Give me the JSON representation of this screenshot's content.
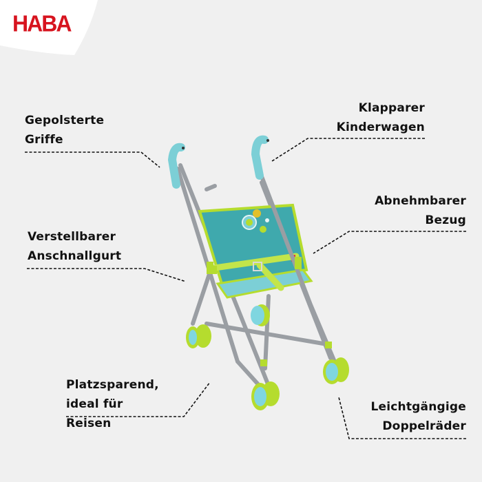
{
  "brand": {
    "logo_text": "HABA",
    "color": "#d7141f"
  },
  "features": [
    {
      "id": "gepolsterte-griffe",
      "lines": [
        "Gepolsterte",
        "Griffe"
      ]
    },
    {
      "id": "klapparer-kinderwagen",
      "lines": [
        "Klapparer",
        "Kinderwagen"
      ]
    },
    {
      "id": "abnehmbarer-bezug",
      "lines": [
        "Abnehmbarer",
        "Bezug"
      ]
    },
    {
      "id": "verstellbarer-anschnallgurt",
      "lines": [
        "Verstellbarer",
        "Anschnallgurt"
      ]
    },
    {
      "id": "platzsparend",
      "lines": [
        "Platzsparend,",
        "ideal",
        "für",
        "Reisen"
      ]
    },
    {
      "id": "doppelraeder",
      "lines": [
        "Leichtgängige",
        "Doppelräder"
      ]
    }
  ],
  "product": {
    "name": "doll-stroller",
    "colors": {
      "fabric": "#3fa9ad",
      "trim": "#b5dc2e",
      "frame": "#9a9ea3",
      "handles": "#7ccfd6",
      "wheel_hub": "#7fd6e0"
    }
  }
}
